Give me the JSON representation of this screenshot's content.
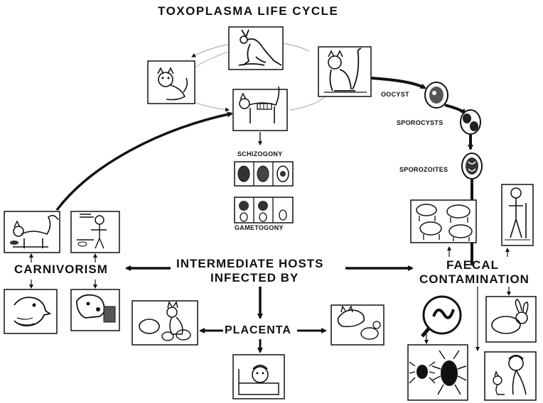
{
  "title": "TOXOPLASMA LIFE CYCLE",
  "labels": {
    "oocyst": "OOCYST",
    "sporocysts": "SPOROCYSTS",
    "sporozoites": "SPOROZOITES",
    "schizogony": "SCHIZOGONY",
    "gametogony": "GAMETOGONY",
    "intermediate_hosts_line1": "INTERMEDIATE HOSTS",
    "intermediate_hosts_line2": "INFECTED BY",
    "carnivorism": "CARNIVORISM",
    "faecal_line1": "FAECAL",
    "faecal_line2": "CONTAMINATION",
    "placenta": "PLACENTA"
  },
  "colors": {
    "ink": "#111111",
    "paper": "#ffffff",
    "cycle_ring": "#bbbbbb"
  },
  "icons": {
    "kangaroo": "kangaroo-icon",
    "kitten": "kitten-icon",
    "cat_definitive": "cat-icon",
    "cat_intestine": "cat-intestine-icon",
    "oocyst": "oocyst-icon",
    "sporocysts": "sporocysts-icon",
    "sporozoites": "sporozoites-icon",
    "schizogony": "schizogony-cells-icon",
    "gametogony": "gametogony-cells-icon",
    "cat_eating": "cat-eating-icon",
    "butcher": "butcher-icon",
    "eagle": "eagle-icon",
    "dog": "dog-icon",
    "livestock": "livestock-icon",
    "farmer": "farmer-icon",
    "worm": "earthworm-magnifier-icon",
    "rabbit": "rabbit-icon",
    "insects": "insects-icon",
    "child": "child-with-cat-icon",
    "rodents": "rodents-icon",
    "cat_kittens": "cat-with-kittens-icon",
    "baby": "baby-icon"
  }
}
